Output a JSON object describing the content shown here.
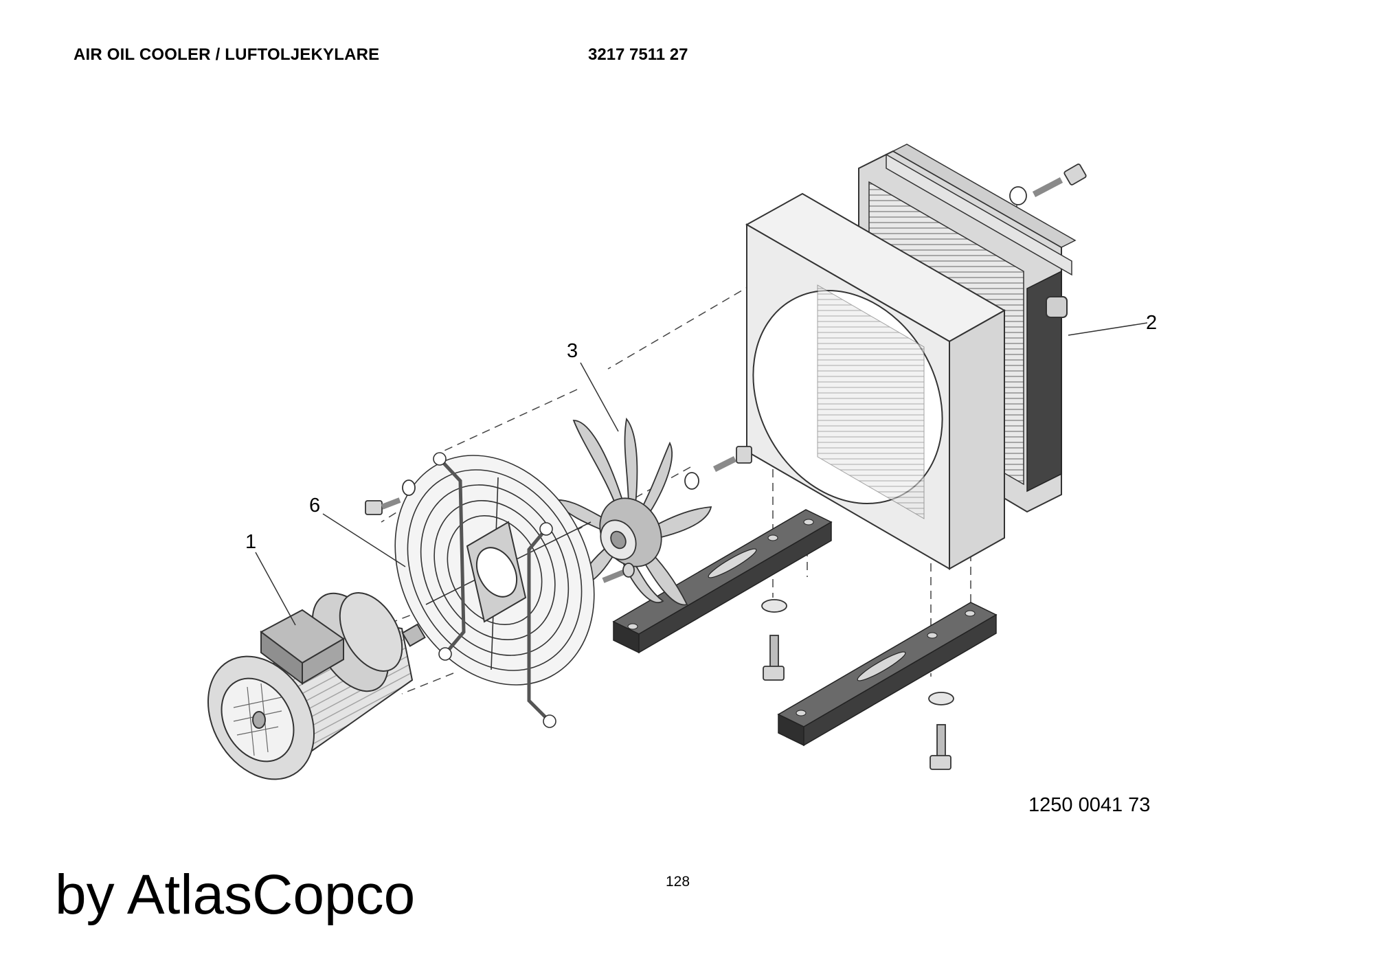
{
  "header": {
    "title": "AIR OIL COOLER / LUFTOLJEKYLARE",
    "part_number": "3217 7511 27"
  },
  "callouts": [
    "1",
    "2",
    "3",
    "6"
  ],
  "drawing_number": "1250 0041 73",
  "page_number": "128",
  "brand_text": "by AtlasCopco",
  "colors": {
    "line": "#333333",
    "light_gray": "#e6e6e6",
    "mid_gray": "#bdbdbd",
    "dark_gray": "#4a4a4a",
    "near_black": "#2b2b2b"
  }
}
